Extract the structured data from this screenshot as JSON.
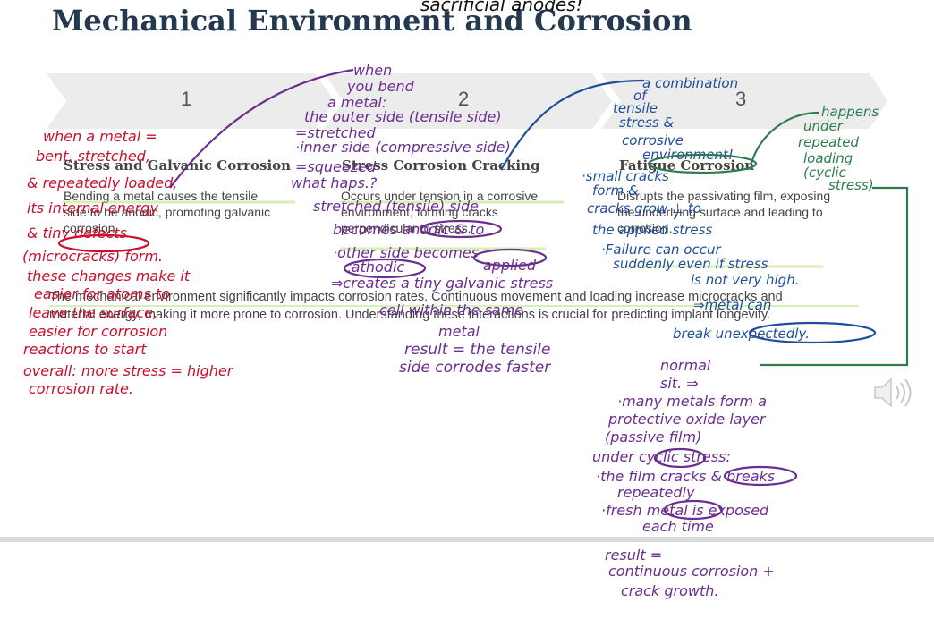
{
  "slide": {
    "title": "Mechanical Environment and Corrosion",
    "steps": [
      {
        "number": "1",
        "heading": "Stress and Galvanic Corrosion",
        "body": [
          "Bending a metal causes the tensile",
          "side to be anodic, promoting galvanic",
          "corrosion."
        ]
      },
      {
        "number": "2",
        "heading": "Stress Corrosion Cracking",
        "body": [
          "Occurs under tension in a corrosive",
          "environment, forming cracks",
          "perpendicular to stress."
        ]
      },
      {
        "number": "3",
        "heading": "Fatigue Corrosion",
        "body": [
          "Disrupts the passivating film, exposing",
          "the underlying surface and leading to",
          "corrosion."
        ]
      }
    ],
    "summary": [
      "The mechanical environment significantly impacts corrosion rates. Continuous movement and loading increase microcracks and",
      "material energy, making it more prone to corrosion. Understanding these interactions is crucial for predicting implant longevity."
    ]
  },
  "audio": {
    "icon": "speaker-icon"
  },
  "colors": {
    "title": "#24384f",
    "chevron": "#ececec",
    "ink_red": "#c8102e",
    "ink_purple": "#6b2d8f",
    "ink_blue": "#1f4e9a",
    "ink_green": "#2e7d4f",
    "highlight": "#b5e27a"
  },
  "annotations": {
    "top": "sacrificial anodes!",
    "red": [
      "when a metal =",
      "bent, stretched,",
      "& repeatedly loaded,",
      "its internal energy",
      "& tiny defects",
      "(microcracks) form.",
      "these changes make it",
      "easier for atoms to",
      "leave the surface,",
      "easier for corrosion",
      "reactions to start",
      "overall: more stress = higher",
      "corrosion rate."
    ],
    "purple_top": [
      "when",
      "you bend",
      "a metal:",
      "the outer side (tensile side)",
      "=stretched",
      "·inner side (compressive side)",
      "=squeezed",
      "what haps.?"
    ],
    "purple_mid": [
      "stretched (tensile) side",
      "becomes anodic & to",
      "·other side becomes",
      "cathodic",
      "applied",
      "⇒creates a tiny galvanic stress",
      "cell within the same",
      "metal"
    ],
    "purple_result": [
      "result = the tensile",
      "side corrodes faster"
    ],
    "blue": [
      "a combination",
      "of",
      "tensile",
      "stress &",
      "corrosive",
      "environment!",
      "·small cracks",
      "form &",
      "cracks grow ⊥ to",
      "the applied stress",
      "·Failure can occur",
      "suddenly even if stress",
      "is not very high.",
      "⇒metal can",
      "break unexpectedly."
    ],
    "green_top": [
      "happens",
      "under",
      "repeated",
      "loading",
      "(cyclic",
      "stress)"
    ],
    "green_bottom": [
      "normal",
      "sit. ⇒",
      "·many metals form a",
      "protective oxide layer",
      "(passive film)",
      "under cyclic stress:",
      "·the film cracks & breaks",
      "repeatedly",
      "·fresh metal is exposed",
      "each time",
      "result =",
      "continuous corrosion +",
      "crack growth."
    ]
  }
}
